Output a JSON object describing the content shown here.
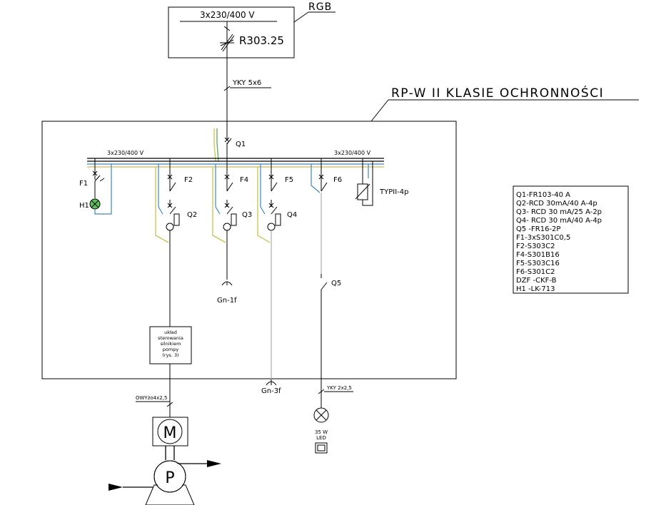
{
  "rgb": {
    "label": "RGB",
    "voltage": "3x230/400 V",
    "fuse": "R303.25"
  },
  "feed_cable": "YKY 5x6",
  "panel": {
    "title": "RP-W II KLASIE OCHRONNOŚCI",
    "bus_left": "3x230/400 V",
    "bus_right": "3x230/400 V"
  },
  "devices": {
    "q1": "Q1",
    "f1": "F1",
    "h1": "H1",
    "f2": "F2",
    "f4": "F4",
    "f5": "F5",
    "f6": "F6",
    "q2": "Q2",
    "q3": "Q3",
    "q4": "Q4",
    "q5": "Q5",
    "spd": "TYPII-4p"
  },
  "sockets": {
    "gn1": "Gn-1f",
    "gn3": "Gn-3f"
  },
  "control_box": [
    "układ",
    "sterowania",
    "silnikiem",
    "pompy",
    "(rys. 3)"
  ],
  "motor_cable": "OWYżo4x2,5",
  "motor": "M",
  "pump": "P",
  "lamp_cable": "YKY 2x2,5",
  "lamp": [
    "35 W",
    "LED"
  ],
  "legend": [
    "Q1-FR103-40 A",
    "Q2-RCD 30mA/40 A-4p",
    "Q3- RCD 30 mA/25 A-2p",
    "Q4- RCD 30 mA/40 A-4p",
    "Q5 -FR16-2P",
    "F1-3xS301C0,5",
    "F2-S303C2",
    "F4-S301B16",
    "F5-S303C16",
    "F6-S301C2",
    "DZF -CKF-B",
    "H1 -LK-713"
  ]
}
